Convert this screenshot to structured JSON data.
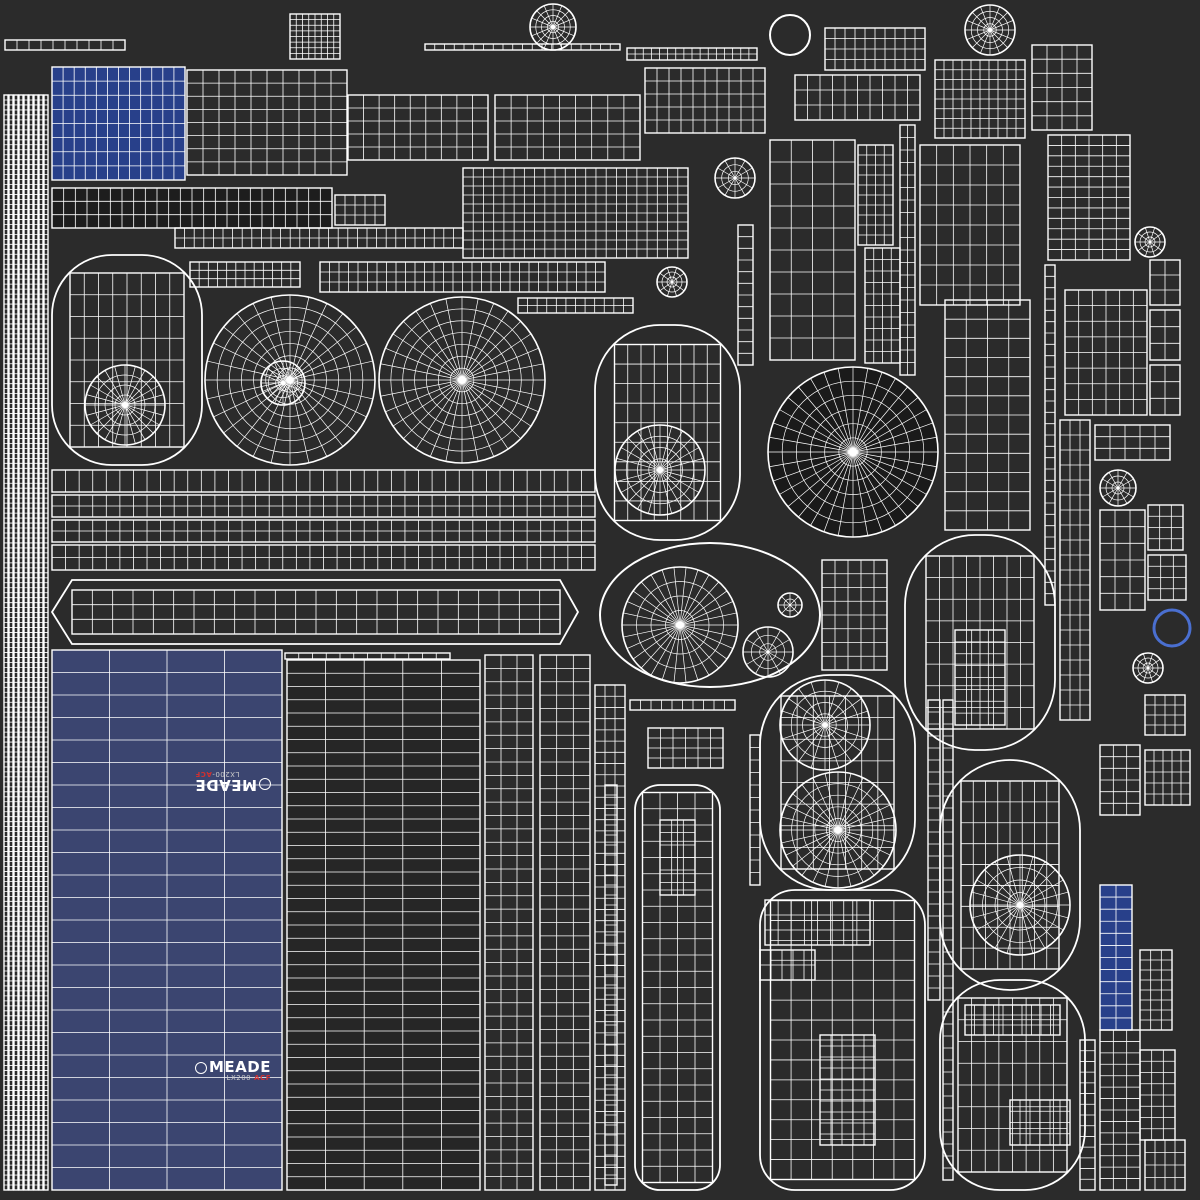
{
  "texture": {
    "background_color": "#2b2b2b",
    "wire_color": "#ffffff",
    "panel_color_blue": "#3b4570",
    "panel_color_deep_blue": "#28408a",
    "logos": [
      {
        "brand": "MEADE",
        "model": "LX200-",
        "suffix": "ACF"
      },
      {
        "brand": "MEADE",
        "model": "LX200-",
        "suffix": "ACF"
      }
    ]
  }
}
